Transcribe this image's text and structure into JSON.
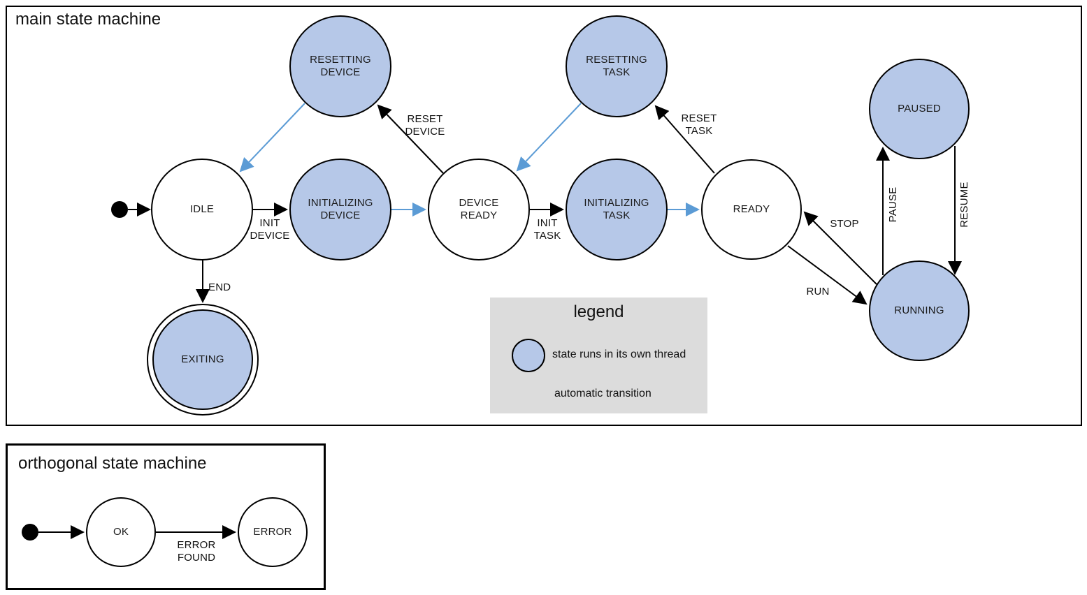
{
  "colors": {
    "thread_state_fill": "#b6c8e8",
    "auto_transition_blue": "#5b9bd5",
    "legend_background": "#dcdcdc",
    "line_black": "#000000"
  },
  "main": {
    "title": "main state machine",
    "states": {
      "idle": {
        "label": "IDLE"
      },
      "resetting_device": {
        "label": "RESETTING\nDEVICE"
      },
      "initializing_device": {
        "label": "INITIALIZING\nDEVICE"
      },
      "device_ready": {
        "label": "DEVICE\nREADY"
      },
      "resetting_task": {
        "label": "RESETTING\nTASK"
      },
      "initializing_task": {
        "label": "INITIALIZING\nTASK"
      },
      "ready": {
        "label": "READY"
      },
      "paused": {
        "label": "PAUSED"
      },
      "running": {
        "label": "RUNNING"
      },
      "exiting": {
        "label": "EXITING"
      }
    },
    "transitions": {
      "init_device": "INIT\nDEVICE",
      "reset_device": "RESET\nDEVICE",
      "init_task": "INIT\nTASK",
      "reset_task": "RESET\nTASK",
      "stop": "STOP",
      "run": "RUN",
      "pause": "PAUSE",
      "resume": "RESUME",
      "end": "END"
    }
  },
  "legend": {
    "title": "legend",
    "thread_item": "state runs in its own thread",
    "auto_item": "automatic transition"
  },
  "orthogonal": {
    "title": "orthogonal state machine",
    "states": {
      "ok": {
        "label": "OK"
      },
      "error": {
        "label": "ERROR"
      }
    },
    "transitions": {
      "error_found": "ERROR\nFOUND"
    }
  }
}
